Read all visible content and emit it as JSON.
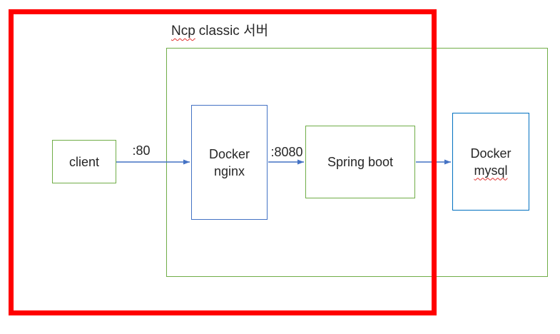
{
  "diagram": {
    "title": {
      "full": "Ncp classic 서버",
      "word_misspelled": "Ncp",
      "rest": "classic 서버"
    },
    "container": {
      "name": "ncp-classic-server-boundary"
    },
    "highlight_frame": {
      "name": "red-highlight-frame",
      "color": "#ff0000"
    },
    "nodes": {
      "client": {
        "label": "client",
        "border_color": "#70ad47"
      },
      "nginx": {
        "line1": "Docker",
        "line2": "nginx",
        "border_color": "#4472c4"
      },
      "spring": {
        "label": "Spring boot",
        "border_color": "#70ad47"
      },
      "mysql": {
        "line1": "Docker",
        "line2": "mysql",
        "line2_misspelled": true,
        "border_color": "#0070c0"
      }
    },
    "edges": {
      "client_to_nginx": {
        "label": ":80"
      },
      "nginx_to_spring": {
        "label": ":8080"
      },
      "spring_to_mysql": {
        "label": ""
      }
    },
    "colors": {
      "arrow": "#4472c4",
      "green_outline": "#70ad47",
      "blue_outline": "#4472c4",
      "mysql_blue_outline": "#0070c0",
      "highlight_red": "#ff0000",
      "spellcheck_red": "#e0312e",
      "text": "#262626",
      "background": "#ffffff"
    }
  }
}
